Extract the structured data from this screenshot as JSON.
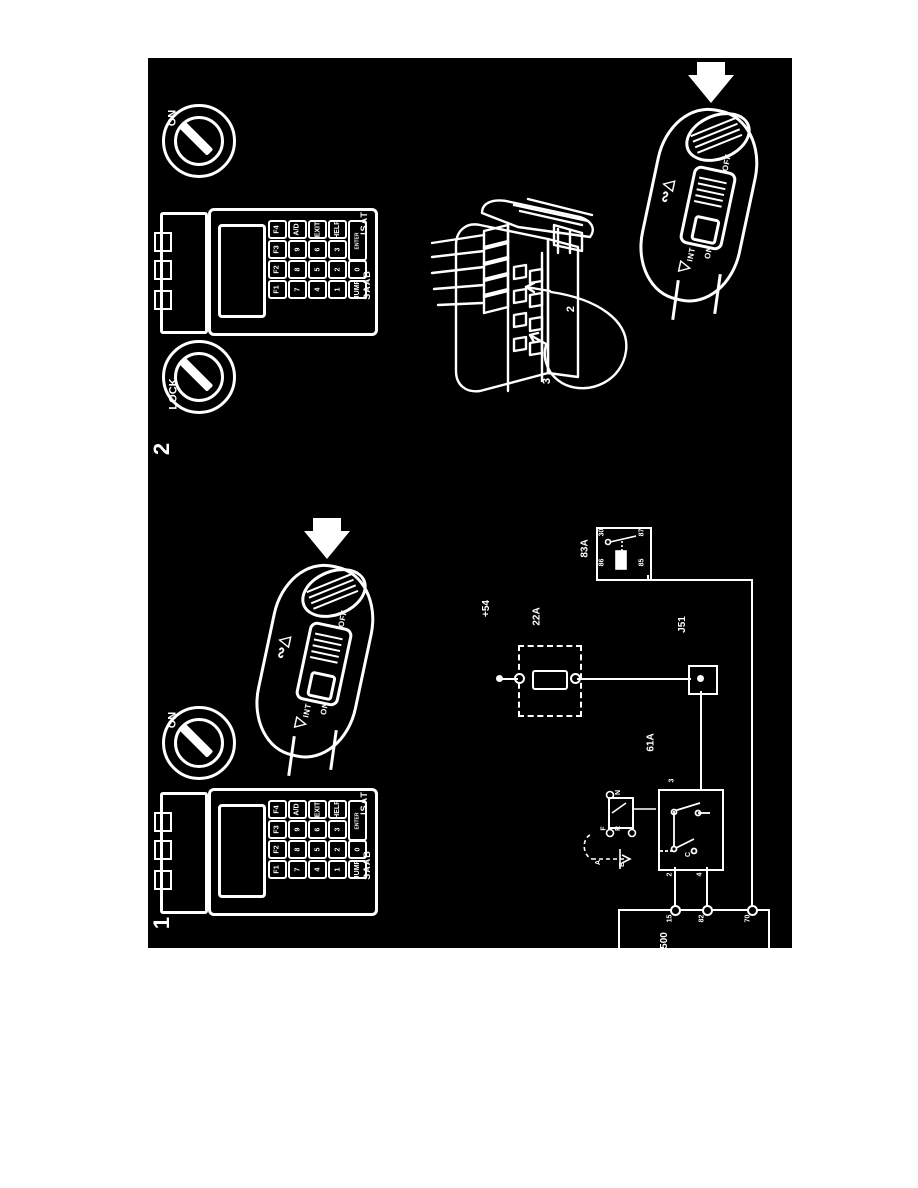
{
  "figure": {
    "background_color": "#000000",
    "page_color": "#ffffff",
    "panel_top_label": "2",
    "panel_bottom_label": "1"
  },
  "ignition": {
    "on_label": "ON",
    "lock_label": "LOCK",
    "positions": [
      "ON",
      "LOCK",
      "ON"
    ]
  },
  "isat": {
    "brand": "SAAB",
    "model": "ISAT",
    "enter_key": "ENTER",
    "keys_col_f": [
      "F4",
      "F3",
      "F2",
      "F1"
    ],
    "keys_row1": [
      "A/D",
      "EXIT",
      "HELP"
    ],
    "keys_row2": [
      "9",
      "6",
      "3"
    ],
    "keys_row3": [
      "8",
      "5",
      "2"
    ],
    "keys_row4": [
      "7",
      "4",
      "1"
    ],
    "keys_col_last": [
      "0",
      "JUMP"
    ]
  },
  "stalk": {
    "off_label": "OFF",
    "int_label": "INT",
    "on_label": "ON",
    "washer_symbol": "wiper-washer-symbol",
    "speed_symbol": "wiper-speed-symbol"
  },
  "connector": {
    "pin_2": "2",
    "pin_3": "3"
  },
  "schematic": {
    "supply_label": "+54",
    "fuse_label": "22A",
    "relay_label": "83A",
    "relay_terminals": {
      "t30": "30",
      "t87": "87",
      "t86": "86",
      "t85": "85"
    },
    "connector_label": "J51",
    "switch_label": "61A",
    "switch_pins": {
      "p3": "3",
      "p2": "2",
      "p4": "4"
    },
    "switch_positions": {
      "n": "N",
      "f": "F",
      "r": "R",
      "a": "A",
      "b": "B",
      "c": "C"
    },
    "module_label": "500",
    "module_pins": [
      "15",
      "82",
      "70"
    ]
  }
}
